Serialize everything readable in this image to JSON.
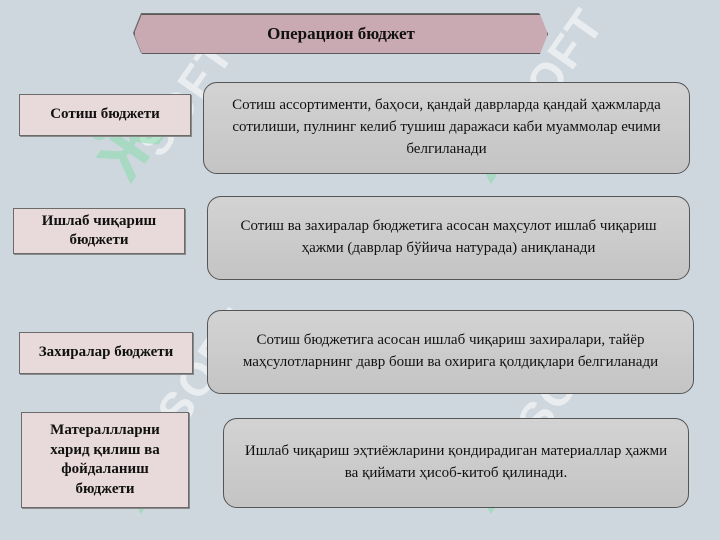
{
  "title": "Операцион бюджет",
  "rows": [
    {
      "label": "Сотиш бюджети",
      "description": "Сотиш ассортименти, баҳоси, қандай даврларда қандай ҳажмларда сотилиши, пулнинг келиб тушиш даражаси каби муаммолар ечими белгиланади"
    },
    {
      "label": "Ишлаб чиқариш бюджети",
      "description": "Сотиш ва захиралар бюджетига асосан маҳсулот ишлаб чиқариш ҳажми (даврлар бўйича натурада) аниқланади"
    },
    {
      "label": "Захиралар бюджети",
      "description": "Сотиш бюджетига асосан ишлаб чиқариш захиралари, тайёр маҳсулотларнинг давр боши ва охирига қолдиқлари белгиланади"
    },
    {
      "label": "Матераллларни харид қилиш ва фойдаланиш бюджети",
      "description": "Ишлаб чиқариш эҳтиёжларини қондирадиган материаллар ҳажми ва қиймати ҳисоб-китоб қилинади."
    }
  ],
  "watermark": "SOFT"
}
